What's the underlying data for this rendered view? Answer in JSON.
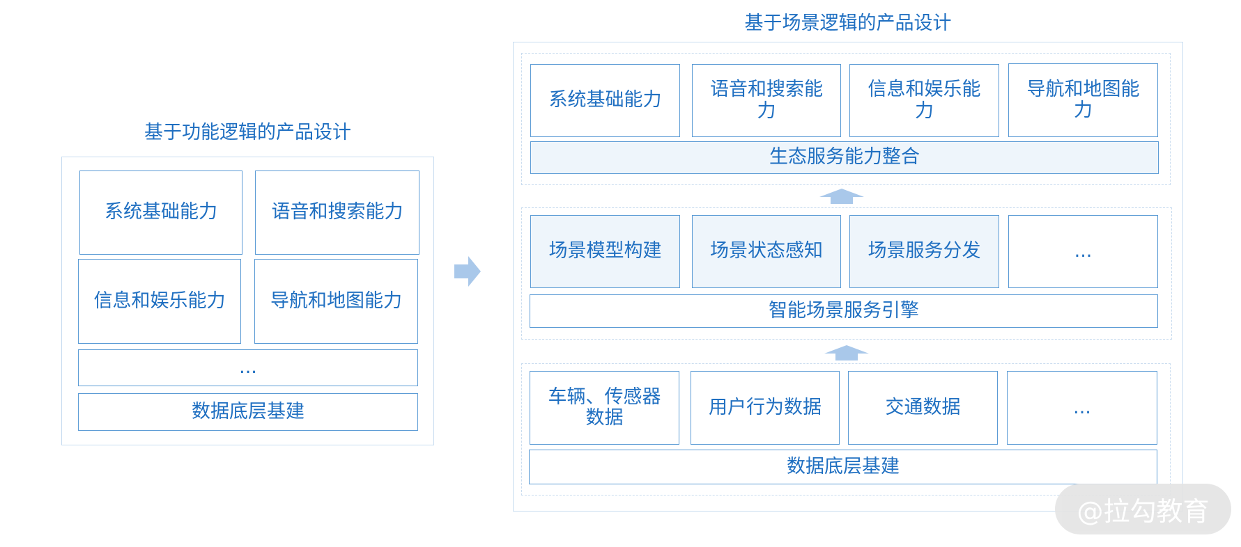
{
  "left": {
    "title": "基于功能逻辑的产品设计",
    "cells": {
      "system": "系统基础能力",
      "voice": "语音和搜索能力",
      "info": "信息和娱乐能力",
      "nav": "导航和地图能力"
    },
    "more": "...",
    "base": "数据底层基建"
  },
  "right": {
    "title": "基于场景逻辑的产品设计",
    "top": {
      "cells": {
        "system": "系统基础能力",
        "voice_line1": "语音和搜索能",
        "voice_line2": "力",
        "info_line1": "信息和娱乐能",
        "info_line2": "力",
        "nav_line1": "导航和地图能",
        "nav_line2": "力"
      },
      "base": "生态服务能力整合"
    },
    "middle": {
      "cells": {
        "model": "场景模型构建",
        "state": "场景状态感知",
        "dispatch": "场景服务分发",
        "more": "..."
      },
      "base": "智能场景服务引擎"
    },
    "bottom": {
      "cells": {
        "vehicle_line1": "车辆、传感器",
        "vehicle_line2": "数据",
        "user": "用户行为数据",
        "traffic": "交通数据",
        "more": "..."
      },
      "base": "数据底层基建"
    }
  },
  "watermark": "@拉勾教育",
  "colors": {
    "text": "#1f6fc1",
    "border": "#5b9bd5",
    "tint": "#eef5fb",
    "arrow": "#a9c8ea"
  }
}
